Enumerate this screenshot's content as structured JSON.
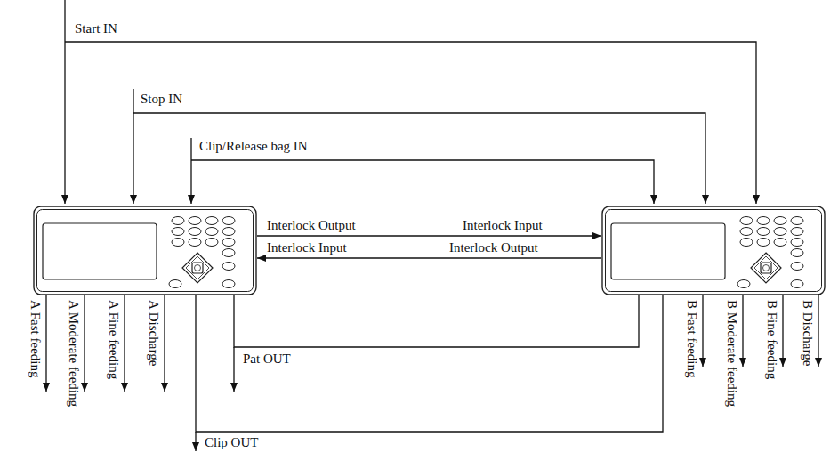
{
  "diagram": {
    "nodes": [
      {
        "text": []
      },
      {
        "text": []
      }
    ],
    "edges": [
      {
        "from": 0,
        "to": 1,
        "arrow": "to"
      },
      {
        "from": 1,
        "to": 0,
        "arrow": "to"
      },
      {
        "from": 1,
        "to": 0,
        "arrow": "none",
        "label": "Pat OUT"
      },
      {
        "from": 1,
        "to": 0,
        "arrow": "none",
        "label": "Clip OUT"
      }
    ],
    "labels": [
      "Start IN",
      "Stop IN",
      "Clip/Release bag IN",
      "Interlock Output",
      "Interlock Input",
      "Interlock Input",
      "Interlock Output",
      "A Fast feeding",
      "A Moderate feeding",
      "A Fine feeding",
      "A Discharge",
      "B Fast feeding",
      "B Moderate feeding",
      "B Fine feeding",
      "B Discharge"
    ]
  }
}
